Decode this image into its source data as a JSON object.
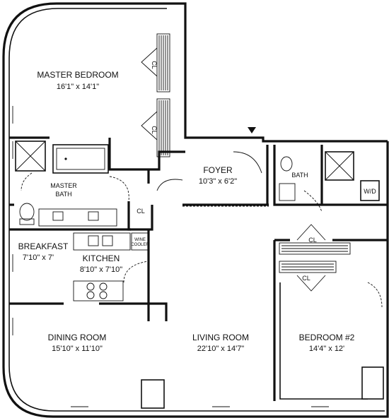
{
  "rooms": {
    "master_bedroom": {
      "name": "MASTER BEDROOM",
      "size": "16'1\" x 14'1\""
    },
    "master_bath": {
      "name_1": "MASTER",
      "name_2": "BATH"
    },
    "foyer": {
      "name": "FOYER",
      "size": "10'3\" x 6'2\""
    },
    "bath": {
      "name": "BATH"
    },
    "wd": {
      "name": "W/D"
    },
    "breakfast": {
      "name": "BREAKFAST",
      "size": "7'10\" x 7'"
    },
    "kitchen": {
      "name": "KITCHEN",
      "size": "8'10\" x 7'10\""
    },
    "wine_cooler": {
      "name_1": "WINE",
      "name_2": "COOLER"
    },
    "dining_room": {
      "name": "DINING ROOM",
      "size": "15'10\" x 11'10\""
    },
    "living_room": {
      "name": "LIVING ROOM",
      "size": "22'10\" x 14'7\""
    },
    "bedroom_2": {
      "name": "BEDROOM #2",
      "size": "14'4\" x 12'"
    }
  },
  "closet_label": "CL",
  "entry_marker": "entry-arrow-icon"
}
